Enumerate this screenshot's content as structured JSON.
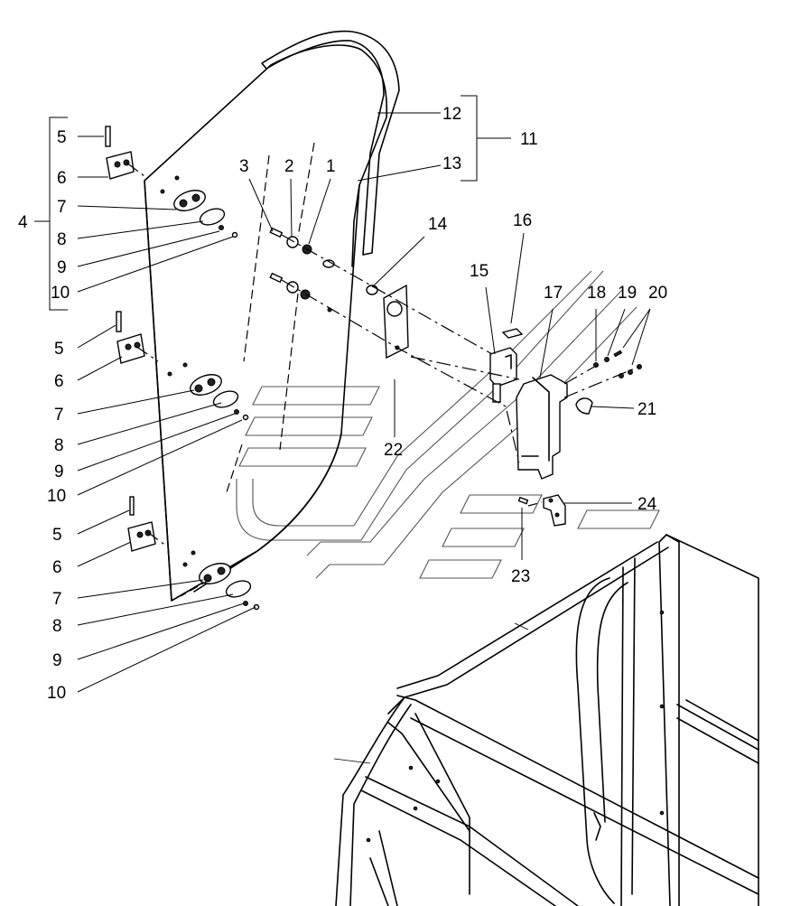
{
  "callouts": {
    "c1": "1",
    "c2": "2",
    "c3": "3",
    "c4": "4",
    "c5a": "5",
    "c6a": "6",
    "c7a": "7",
    "c8a": "8",
    "c9a": "9",
    "c10a": "10",
    "c5b": "5",
    "c6b": "6",
    "c7b": "7",
    "c8b": "8",
    "c9b": "9",
    "c10b": "10",
    "c5c": "5",
    "c6c": "6",
    "c7c": "7",
    "c8c": "8",
    "c9c": "9",
    "c10c": "10",
    "c11": "11",
    "c12": "12",
    "c13": "13",
    "c14": "14",
    "c15": "15",
    "c16": "16",
    "c17": "17",
    "c18": "18",
    "c19": "19",
    "c20": "20",
    "c21": "21",
    "c22": "22",
    "c23": "23",
    "c24": "24"
  }
}
